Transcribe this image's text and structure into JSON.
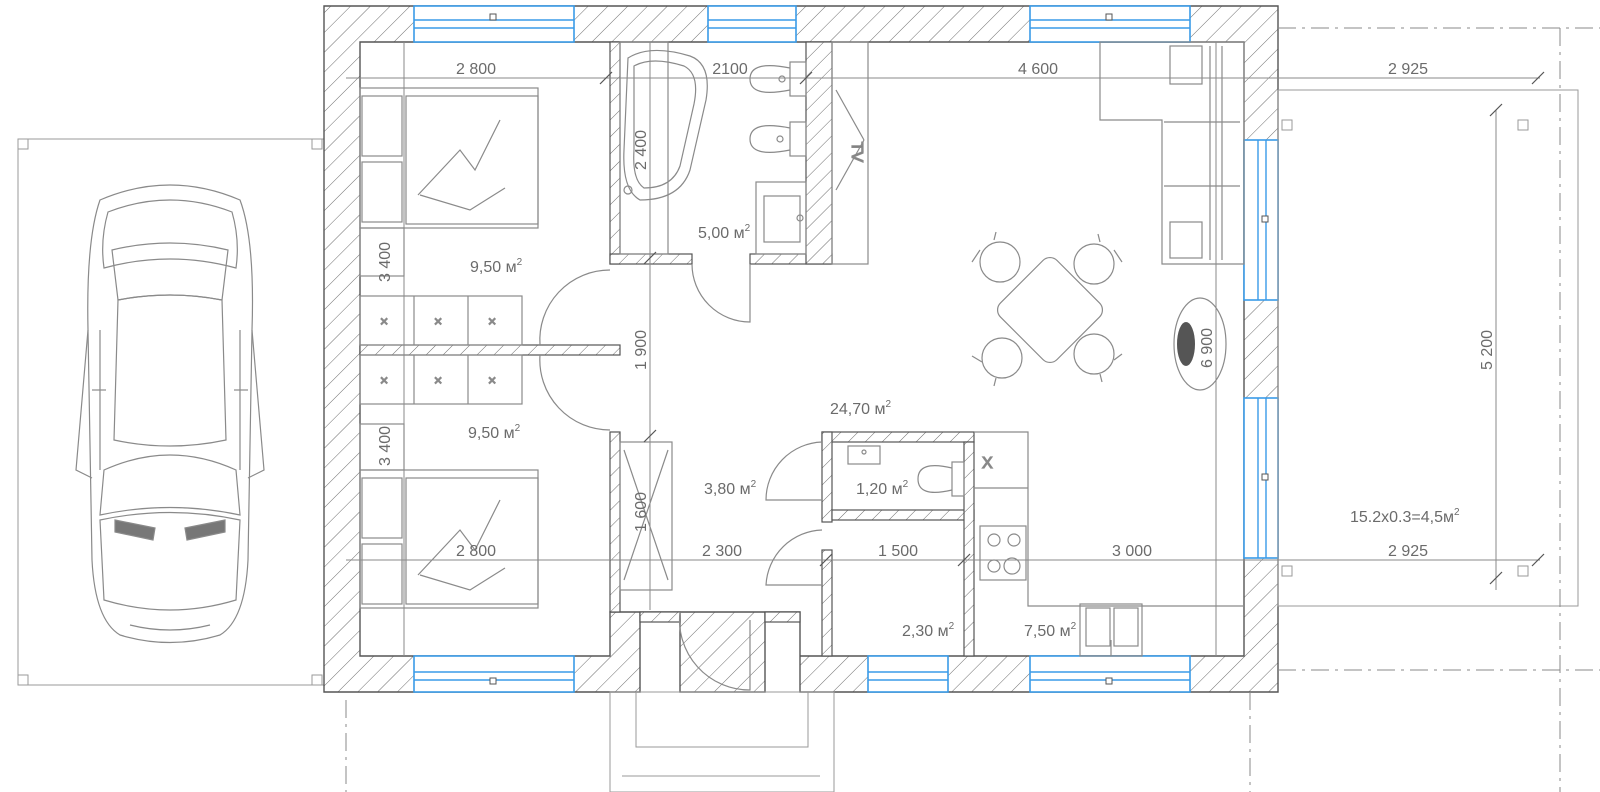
{
  "colors": {
    "window": "#3a9be8",
    "wall": "#555555",
    "line": "#8a8a8a",
    "text": "#6b6b6b"
  },
  "dimensions": {
    "bedroom_top_width": "2 800",
    "bath_width": "2100",
    "living_width": "4 600",
    "terrace_top_width": "2 925",
    "bath_height": "2 400",
    "bedroom_top_height": "3 400",
    "corridor_height": "1 900",
    "bedroom_bottom_height": "3 400",
    "closet_height": "1 600",
    "living_height": "6 900",
    "terrace_height": "5 200",
    "bedroom_bottom_width": "2 800",
    "hall_width": "2 300",
    "wc_width": "1 500",
    "kitchen_width": "3 000",
    "terrace_bottom_width": "2 925"
  },
  "areas": {
    "bedroom_top": {
      "value": "9,50 м",
      "sup": "2"
    },
    "bedroom_bottom": {
      "value": "9,50 м",
      "sup": "2"
    },
    "bathroom": {
      "value": "5,00 м",
      "sup": "2"
    },
    "hall": {
      "value": "3,80 м",
      "sup": "2"
    },
    "living": {
      "value": "24,70 м",
      "sup": "2"
    },
    "wc": {
      "value": "1,20 м",
      "sup": "2"
    },
    "utility": {
      "value": "2,30 м",
      "sup": "2"
    },
    "kitchen": {
      "value": "7,50 м",
      "sup": "2"
    },
    "terrace": {
      "value": "15.2x0.3=4,5м",
      "sup": "2"
    }
  },
  "labels": {
    "tv": "TV",
    "washer_mark": "X"
  },
  "icons": [
    "car-icon",
    "bed-icon",
    "bathtub-icon",
    "toilet-icon",
    "bidet-icon",
    "sink-icon",
    "stove-icon",
    "sofa-icon",
    "dining-table-icon",
    "chair-icon",
    "wardrobe-icon"
  ]
}
